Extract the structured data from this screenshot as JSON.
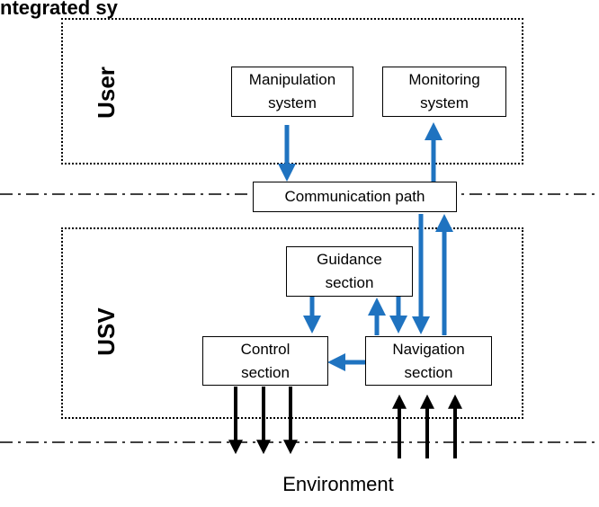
{
  "header": {
    "partial_title": "ntegrated sy"
  },
  "regions": {
    "user": "User",
    "usv": "USV"
  },
  "boxes": {
    "manipulation": [
      "Manipulation",
      "system"
    ],
    "monitoring": [
      "Monitoring",
      "system"
    ],
    "communication": "Communication path",
    "guidance": [
      "Guidance",
      "section"
    ],
    "control": [
      "Control",
      "section"
    ],
    "navigation": [
      "Navigation",
      "section"
    ]
  },
  "environment": "Environment",
  "colors": {
    "flow_arrow": "#1f73c0",
    "env_arrow": "#000000",
    "border": "#000000"
  }
}
